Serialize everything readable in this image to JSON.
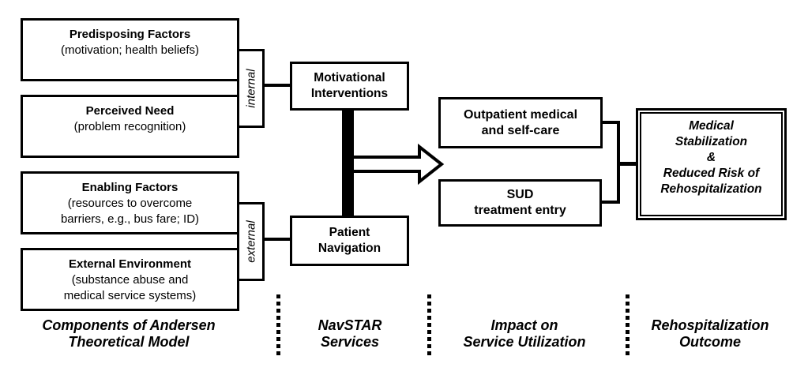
{
  "colors": {
    "line": "#000000",
    "background": "#ffffff"
  },
  "andersen": {
    "boxes": [
      {
        "title": "Predisposing Factors",
        "lines": [
          "(motivation; health beliefs)"
        ]
      },
      {
        "title": "Perceived Need",
        "lines": [
          "(problem recognition)"
        ]
      },
      {
        "title": "Enabling Factors",
        "lines": [
          "(resources to overcome",
          "barriers, e.g., bus fare; ID)"
        ]
      },
      {
        "title": "External Environment",
        "lines": [
          "(substance abuse and",
          "medical service systems)"
        ]
      }
    ],
    "brackets": {
      "internal": "internal",
      "external": "external"
    }
  },
  "services": {
    "motivational": {
      "lines": [
        "Motivational",
        "Interventions"
      ]
    },
    "navigation": {
      "lines": [
        "Patient",
        "Navigation"
      ]
    }
  },
  "utilization": {
    "outpatient": {
      "lines": [
        "Outpatient medical",
        "and self-care"
      ]
    },
    "sud": {
      "lines": [
        "SUD",
        "treatment entry"
      ]
    }
  },
  "outcome": {
    "lines": [
      "Medical",
      "Stabilization",
      "&",
      "Reduced Risk of",
      "Rehospitalization"
    ]
  },
  "columns": [
    {
      "lines": [
        "Components of Andersen",
        "Theoretical Model"
      ]
    },
    {
      "lines": [
        "NavSTAR",
        "Services"
      ]
    },
    {
      "lines": [
        "Impact on",
        "Service Utilization"
      ]
    },
    {
      "lines": [
        "Rehospitalization",
        "Outcome"
      ]
    }
  ]
}
